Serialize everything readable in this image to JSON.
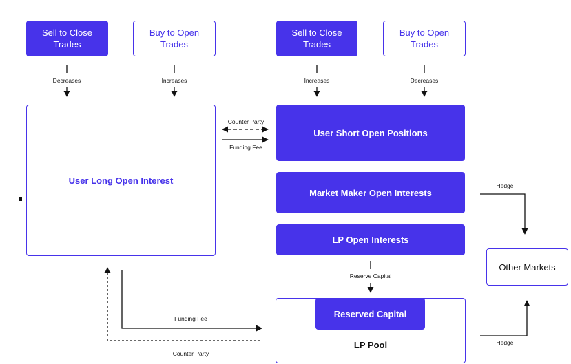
{
  "top_left": {
    "sell_close": "Sell to Close\nTrades",
    "buy_open": "Buy to Open\nTrades"
  },
  "top_right": {
    "sell_close": "Sell to Close\nTrades",
    "buy_open": "Buy to Open\nTrades"
  },
  "edges": {
    "left_decreases": "Decreases",
    "left_increases": "Increases",
    "right_increases": "Increases",
    "right_decreases": "Decreases",
    "counter_party_top": "Counter Party",
    "funding_fee_top": "Funding Fee",
    "hedge_top": "Hedge",
    "reserve_capital": "Reserve Capital",
    "funding_fee_bottom": "Funding Fee",
    "counter_party_bottom": "Counter Party",
    "hedge_bottom": "Hedge"
  },
  "nodes": {
    "user_long": "User Long Open Interest",
    "user_short": "User Short Open Positions",
    "market_maker": "Market Maker Open Interests",
    "lp_oi": "LP Open Interests",
    "reserved_capital": "Reserved Capital",
    "lp_pool": "LP Pool",
    "other_markets": "Other Markets"
  },
  "colors": {
    "accent": "#4733EA",
    "line": "#111111"
  }
}
